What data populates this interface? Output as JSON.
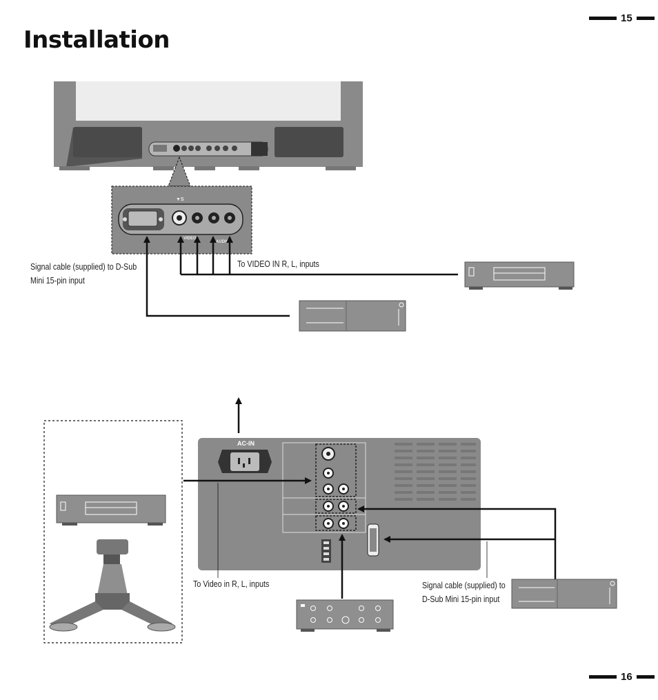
{
  "header": {
    "title": "Installation",
    "page_top": "15",
    "page_bottom": "16"
  },
  "top_diagram": {
    "panel_labels": {
      "s_mark": "▼S",
      "video": "VIDEO",
      "audio": "AUDIO"
    },
    "captions": {
      "signal_cable_line1": "Signal cable (supplied) to D-Sub",
      "signal_cable_line2": "Mini 15-pin input",
      "video_in": "To VIDEO IN R, L, inputs"
    }
  },
  "bottom_diagram": {
    "panel_labels": {
      "ac_in": "AC-IN"
    },
    "captions": {
      "video_in": "To Video in R, L, inputs",
      "signal_cable_line1": "Signal cable (supplied) to",
      "signal_cable_line2": "D-Sub Mini 15-pin input"
    }
  },
  "colors": {
    "ink": "#111111",
    "panel_gray": "#8a8a8a",
    "device_gray": "#9a9a9a"
  }
}
